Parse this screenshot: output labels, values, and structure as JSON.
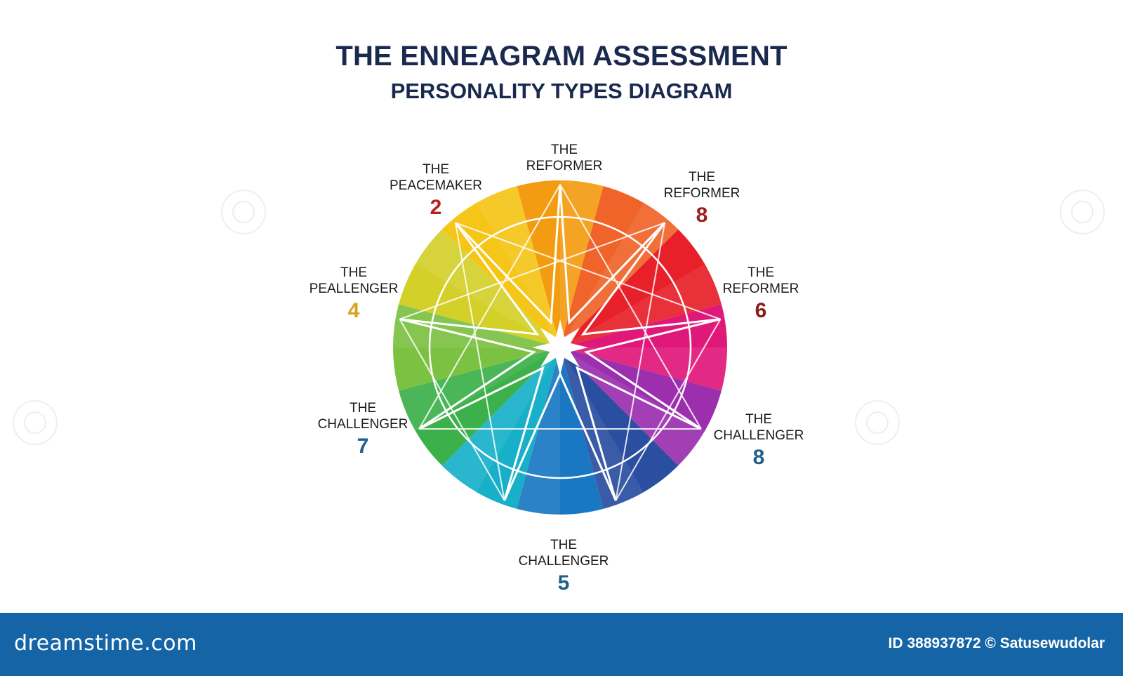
{
  "header": {
    "title": "THE ENNEAGRAM ASSESSMENT",
    "subtitle": "PERSONALITY TYPES DIAGRAM"
  },
  "labels": [
    {
      "line1": "THE",
      "line2": "REFORMER",
      "num": "",
      "color": "#8b1a1a"
    },
    {
      "line1": "THE",
      "line2": "REFORMER",
      "num": "8",
      "color": "#9c1f1f"
    },
    {
      "line1": "THE",
      "line2": "REFORMER",
      "num": "6",
      "color": "#8b1a1a"
    },
    {
      "line1": "THE",
      "line2": "CHALLENGER",
      "num": "8",
      "color": "#1f5f8b"
    },
    {
      "line1": "THE",
      "line2": "CHALLENGER",
      "num": "5",
      "color": "#1f5f8b"
    },
    {
      "line1": "THE",
      "line2": "CHALLENGER",
      "num": "7",
      "color": "#1f5f8b"
    },
    {
      "line1": "THE",
      "line2": "PEALLENGER",
      "num": "4",
      "color": "#d7a21c"
    },
    {
      "line1": "THE",
      "line2": "PEACEMAKER",
      "num": "2",
      "color": "#b52121"
    }
  ],
  "wheel_colors": [
    "#f39c12",
    "#f0642a",
    "#e8202a",
    "#e0187a",
    "#9b2fae",
    "#2a4ea0",
    "#1a78c2",
    "#18b0c8",
    "#3cb04a",
    "#7cc242",
    "#d4d02a",
    "#f5c518"
  ],
  "footer": {
    "brand": "dreamstime.com",
    "credit": "ID 388937872 © Satusewudolar"
  }
}
